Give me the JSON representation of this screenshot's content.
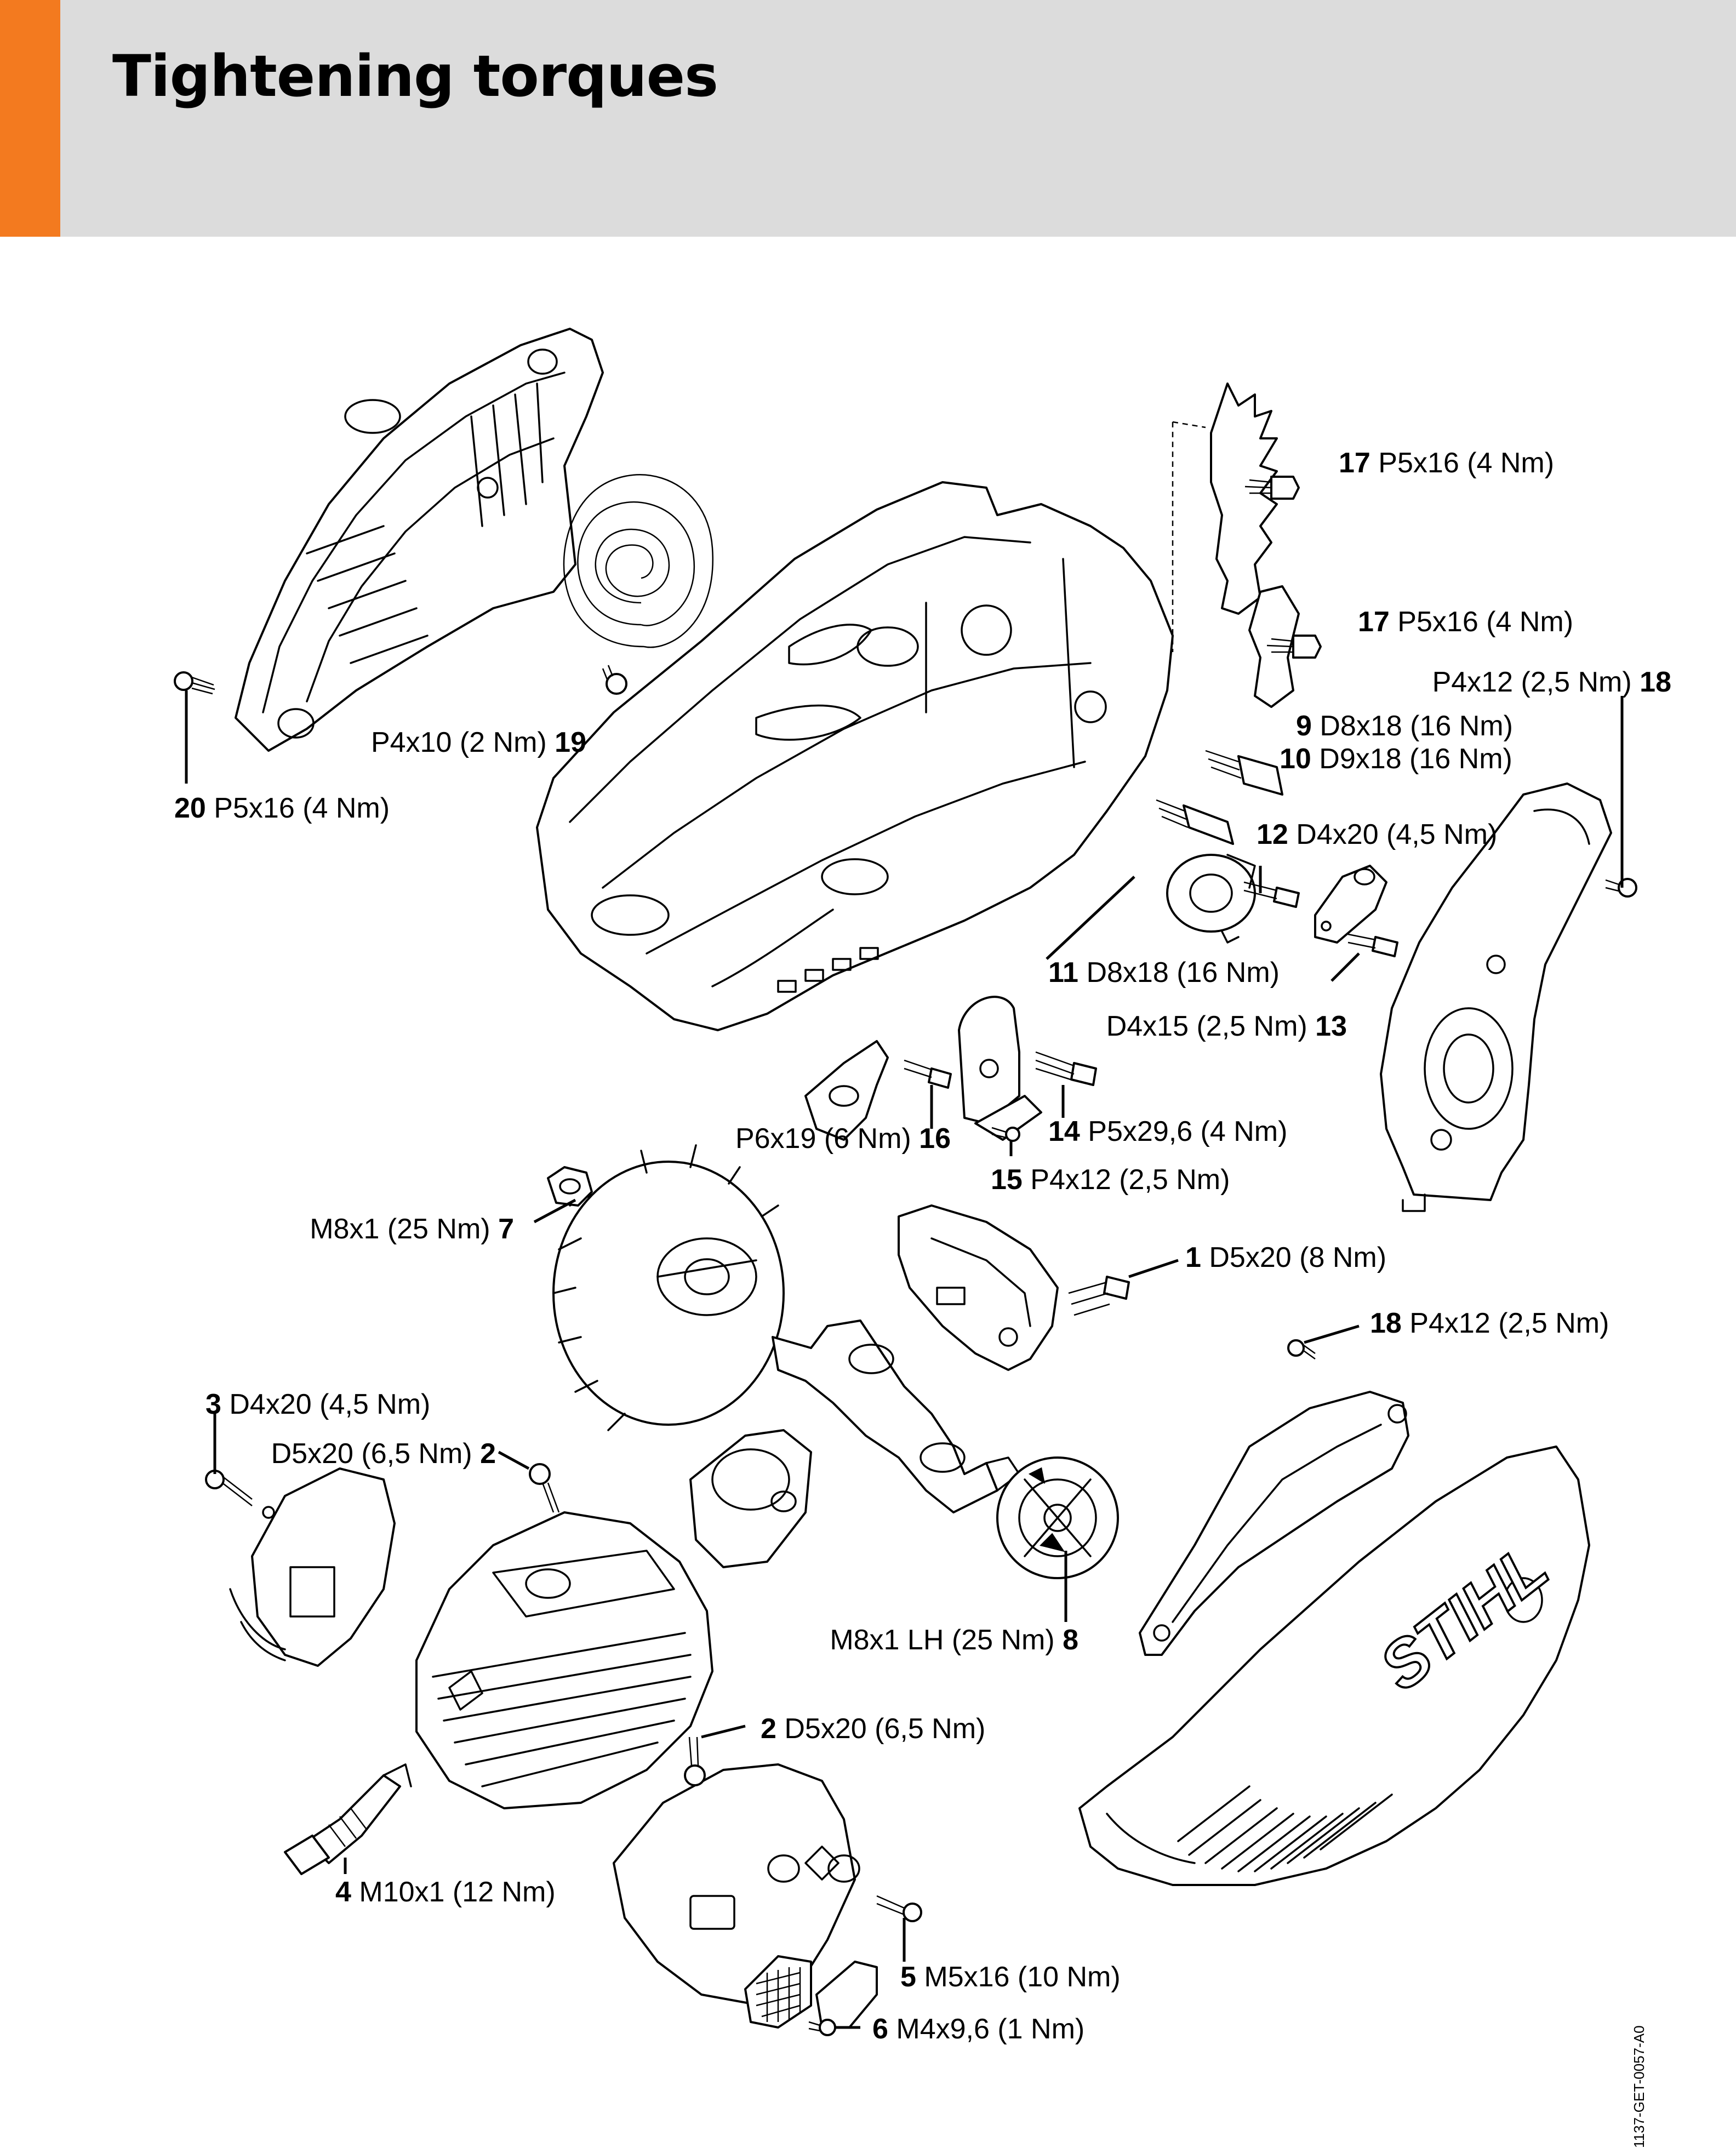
{
  "header": {
    "title": "Tightening torques",
    "accent_color": "#f37a1f",
    "background_color": "#dcdcdc"
  },
  "document_id": "1137-GET-0057-A0",
  "brand_logo": "STIHL",
  "callouts": [
    {
      "id": "c17a",
      "number": "17",
      "spec": "P5x16 (4 Nm)"
    },
    {
      "id": "c17b",
      "number": "17",
      "spec": "P5x16 (4 Nm)"
    },
    {
      "id": "c18a",
      "number": "18",
      "spec": "P4x12 (2,5 Nm)"
    },
    {
      "id": "c9",
      "number": "9",
      "spec": "D8x18 (16 Nm)"
    },
    {
      "id": "c10",
      "number": "10",
      "spec": "D9x18 (16 Nm)"
    },
    {
      "id": "c19",
      "number": "19",
      "spec": "P4x10 (2 Nm)"
    },
    {
      "id": "c20",
      "number": "20",
      "spec": "P5x16 (4 Nm)"
    },
    {
      "id": "c12",
      "number": "12",
      "spec": "D4x20 (4,5 Nm)"
    },
    {
      "id": "c11",
      "number": "11",
      "spec": "D8x18 (16 Nm)"
    },
    {
      "id": "c13",
      "number": "13",
      "spec": "D4x15 (2,5 Nm)"
    },
    {
      "id": "c14",
      "number": "14",
      "spec": "P5x29,6 (4 Nm)"
    },
    {
      "id": "c16",
      "number": "16",
      "spec": "P6x19 (6 Nm)"
    },
    {
      "id": "c15",
      "number": "15",
      "spec": "P4x12 (2,5 Nm)"
    },
    {
      "id": "c7",
      "number": "7",
      "spec": "M8x1 (25 Nm)"
    },
    {
      "id": "c1",
      "number": "1",
      "spec": "D5x20 (8 Nm)"
    },
    {
      "id": "c18b",
      "number": "18",
      "spec": "P4x12 (2,5 Nm)"
    },
    {
      "id": "c3",
      "number": "3",
      "spec": "D4x20 (4,5 Nm)"
    },
    {
      "id": "c2a",
      "number": "2",
      "spec": "D5x20 (6,5 Nm)"
    },
    {
      "id": "c8",
      "number": "8",
      "spec": "M8x1 LH (25 Nm)"
    },
    {
      "id": "c2b",
      "number": "2",
      "spec": "D5x20 (6,5 Nm)"
    },
    {
      "id": "c4",
      "number": "4",
      "spec": "M10x1 (12 Nm)"
    },
    {
      "id": "c5",
      "number": "5",
      "spec": "M5x16 (10 Nm)"
    },
    {
      "id": "c6",
      "number": "6",
      "spec": "M4x9,6 (1 Nm)"
    }
  ]
}
